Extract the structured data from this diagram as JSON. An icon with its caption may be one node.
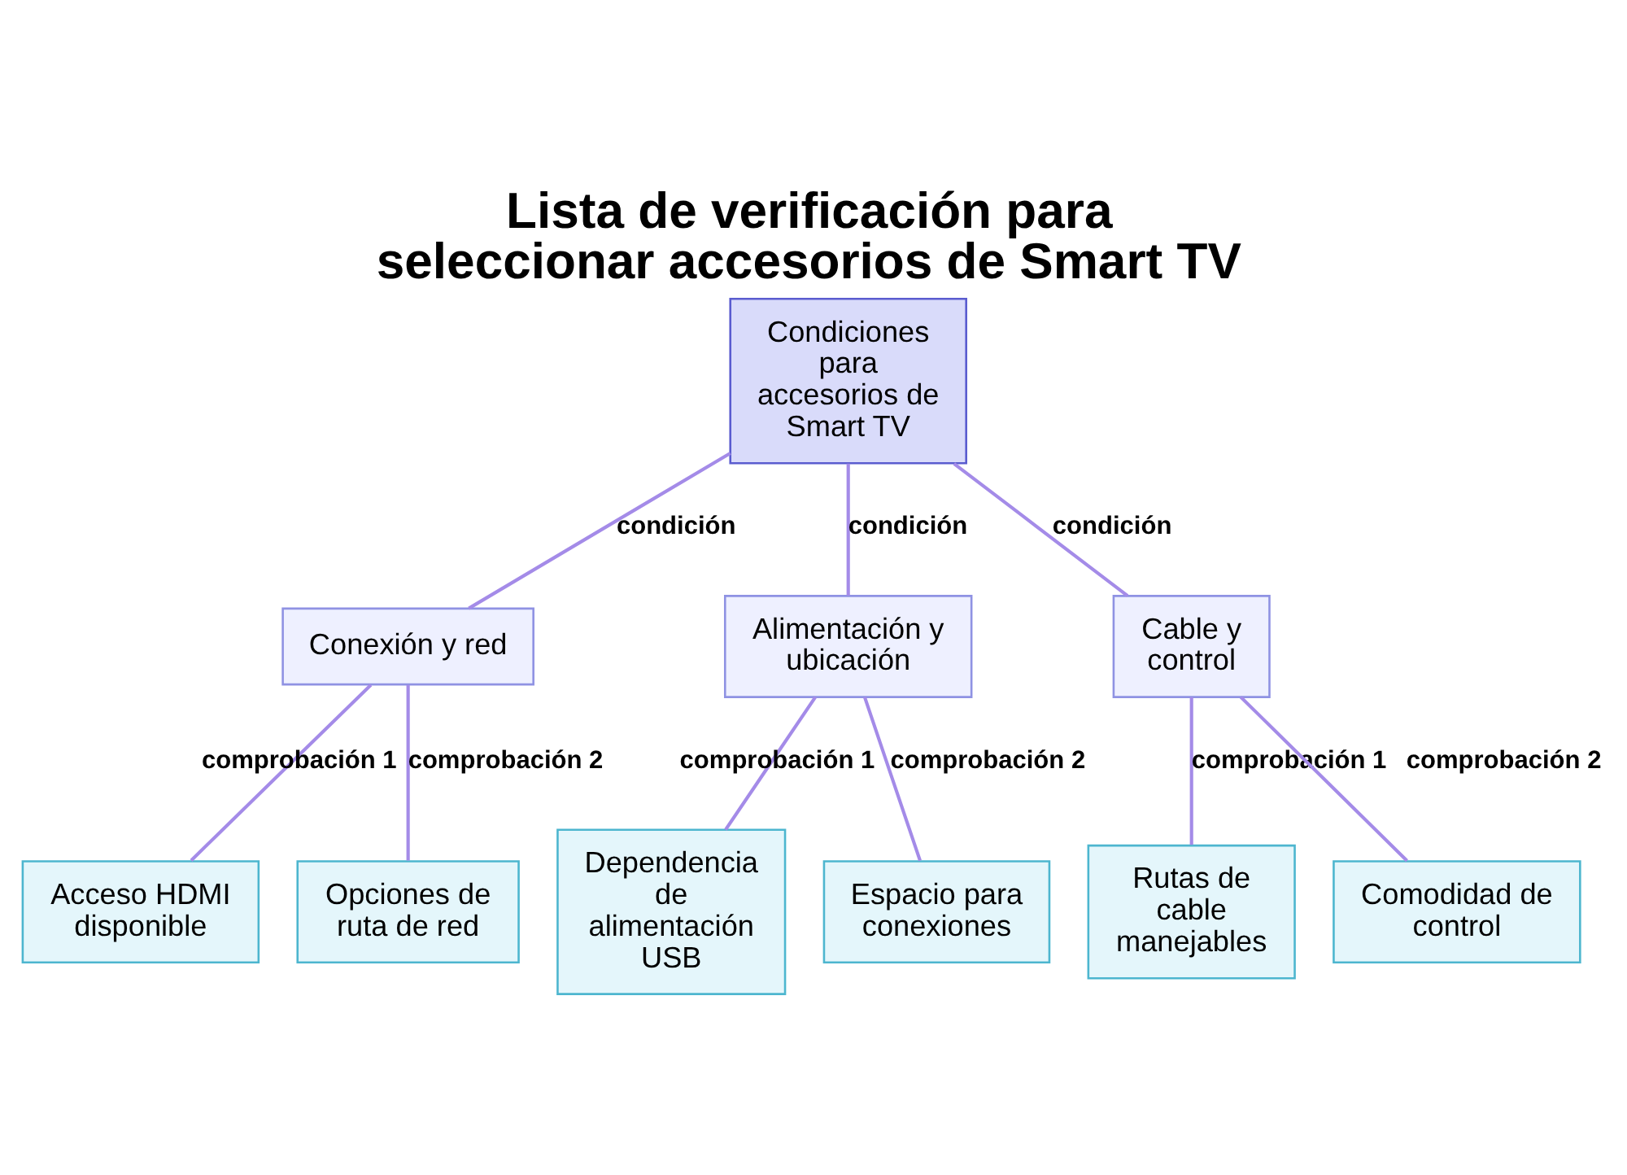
{
  "diagram": {
    "title": "Lista de verificación para seleccionar accesorios de Smart TV",
    "nodes": [
      {
        "text": [
          "Condiciones para accesorios de Smart TV"
        ]
      },
      {
        "text": [
          "Conexión y red"
        ]
      },
      {
        "text": [
          "Alimentación y ubicación"
        ]
      },
      {
        "text": [
          "Cable y control"
        ]
      },
      {
        "text": [
          "Acceso HDMI disponible"
        ]
      },
      {
        "text": [
          "Opciones de ruta de red"
        ]
      },
      {
        "text": [
          "Dependencia de alimentación USB"
        ]
      },
      {
        "text": [
          "Espacio para conexiones"
        ]
      },
      {
        "text": [
          "Rutas de cable manejables"
        ]
      },
      {
        "text": [
          "Comodidad de control"
        ]
      }
    ],
    "edges": [
      {
        "from": 0,
        "to": 1,
        "arrow": "none",
        "label": "condición"
      },
      {
        "from": 0,
        "to": 2,
        "arrow": "none",
        "label": "condición"
      },
      {
        "from": 0,
        "to": 3,
        "arrow": "none",
        "label": "condición"
      },
      {
        "from": 1,
        "to": 4,
        "arrow": "none",
        "label": "comprobación 1"
      },
      {
        "from": 1,
        "to": 5,
        "arrow": "none",
        "label": "comprobación 2"
      },
      {
        "from": 2,
        "to": 6,
        "arrow": "none",
        "label": "comprobación 1"
      },
      {
        "from": 2,
        "to": 7,
        "arrow": "none",
        "label": "comprobación 2"
      },
      {
        "from": 3,
        "to": 8,
        "arrow": "none",
        "label": "comprobación 1"
      },
      {
        "from": 3,
        "to": 9,
        "arrow": "none",
        "label": "comprobación 2"
      }
    ]
  }
}
